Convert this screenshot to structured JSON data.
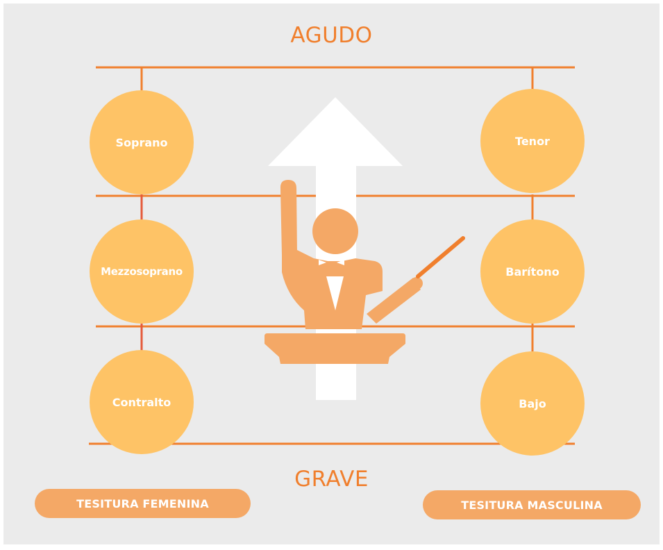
{
  "labels": {
    "top": "AGUDO",
    "bottom": "GRAVE"
  },
  "female_voices": [
    {
      "label": "Soprano"
    },
    {
      "label": "Mezzosoprano"
    },
    {
      "label": "Contralto"
    }
  ],
  "male_voices": [
    {
      "label": "Tenor"
    },
    {
      "label": "Barítono"
    },
    {
      "label": "Bajo"
    }
  ],
  "legend": {
    "female": "TESITURA FEMENINA",
    "male": "TESITURA MASCULINA"
  },
  "colors": {
    "background": "#ebebeb",
    "accent_orange": "#f07f2d",
    "connector_red": "#e55a3a",
    "circle_fill": "#fec366",
    "conductor_fill": "#f4a866",
    "arrow_fill": "#ffffff"
  },
  "icons": {
    "conductor": "conductor-icon",
    "arrow": "up-arrow-icon"
  }
}
